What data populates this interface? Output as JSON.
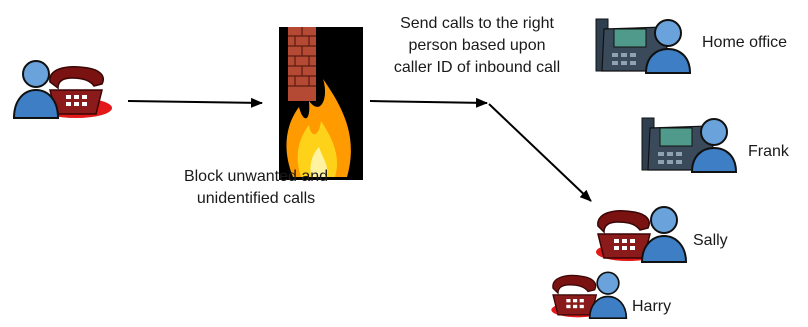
{
  "labels": {
    "block": [
      "Block unwanted and",
      "unidentified calls"
    ],
    "route": [
      "Send calls to the right",
      "person based upon",
      "caller ID of inbound call"
    ]
  },
  "destinations": {
    "home_office": "Home office",
    "frank": "Frank",
    "sally": "Sally",
    "harry": "Harry"
  },
  "colors": {
    "phone_red": "#8b1a1a",
    "phone_glow": "#e00000",
    "person_blue": "#3e7ec4",
    "desk_phone": "#2f3f4f",
    "screen_green": "#4f9a8a",
    "firewall_black": "#000000",
    "flame_orange": "#ff9a00",
    "arrow": "#000000"
  },
  "icons": {
    "caller": "person-red-phone-icon",
    "firewall": "firewall-flame-icon",
    "home_office": "person-desk-phone-icon",
    "frank": "person-desk-phone-icon",
    "sally": "person-red-phone-icon",
    "harry": "person-red-phone-icon"
  }
}
